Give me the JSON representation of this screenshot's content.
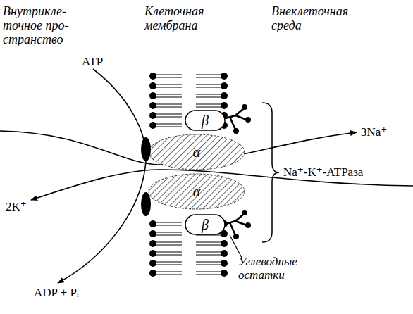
{
  "diagram": {
    "nodes": [
      {
        "text": [
          "β"
        ]
      },
      {
        "text": [
          "α"
        ]
      },
      {
        "text": [
          "α"
        ]
      },
      {
        "text": [
          "β"
        ]
      }
    ],
    "labels": [
      "Внутрикле- точное про- странство",
      "Клеточная мембрана",
      "Внеклеточная среда",
      "ATP",
      "3Na⁺",
      "2K⁺",
      "ADP + Pᵢ",
      "Na⁺-K⁺-ATPаза",
      "Углеводные остатки"
    ]
  }
}
